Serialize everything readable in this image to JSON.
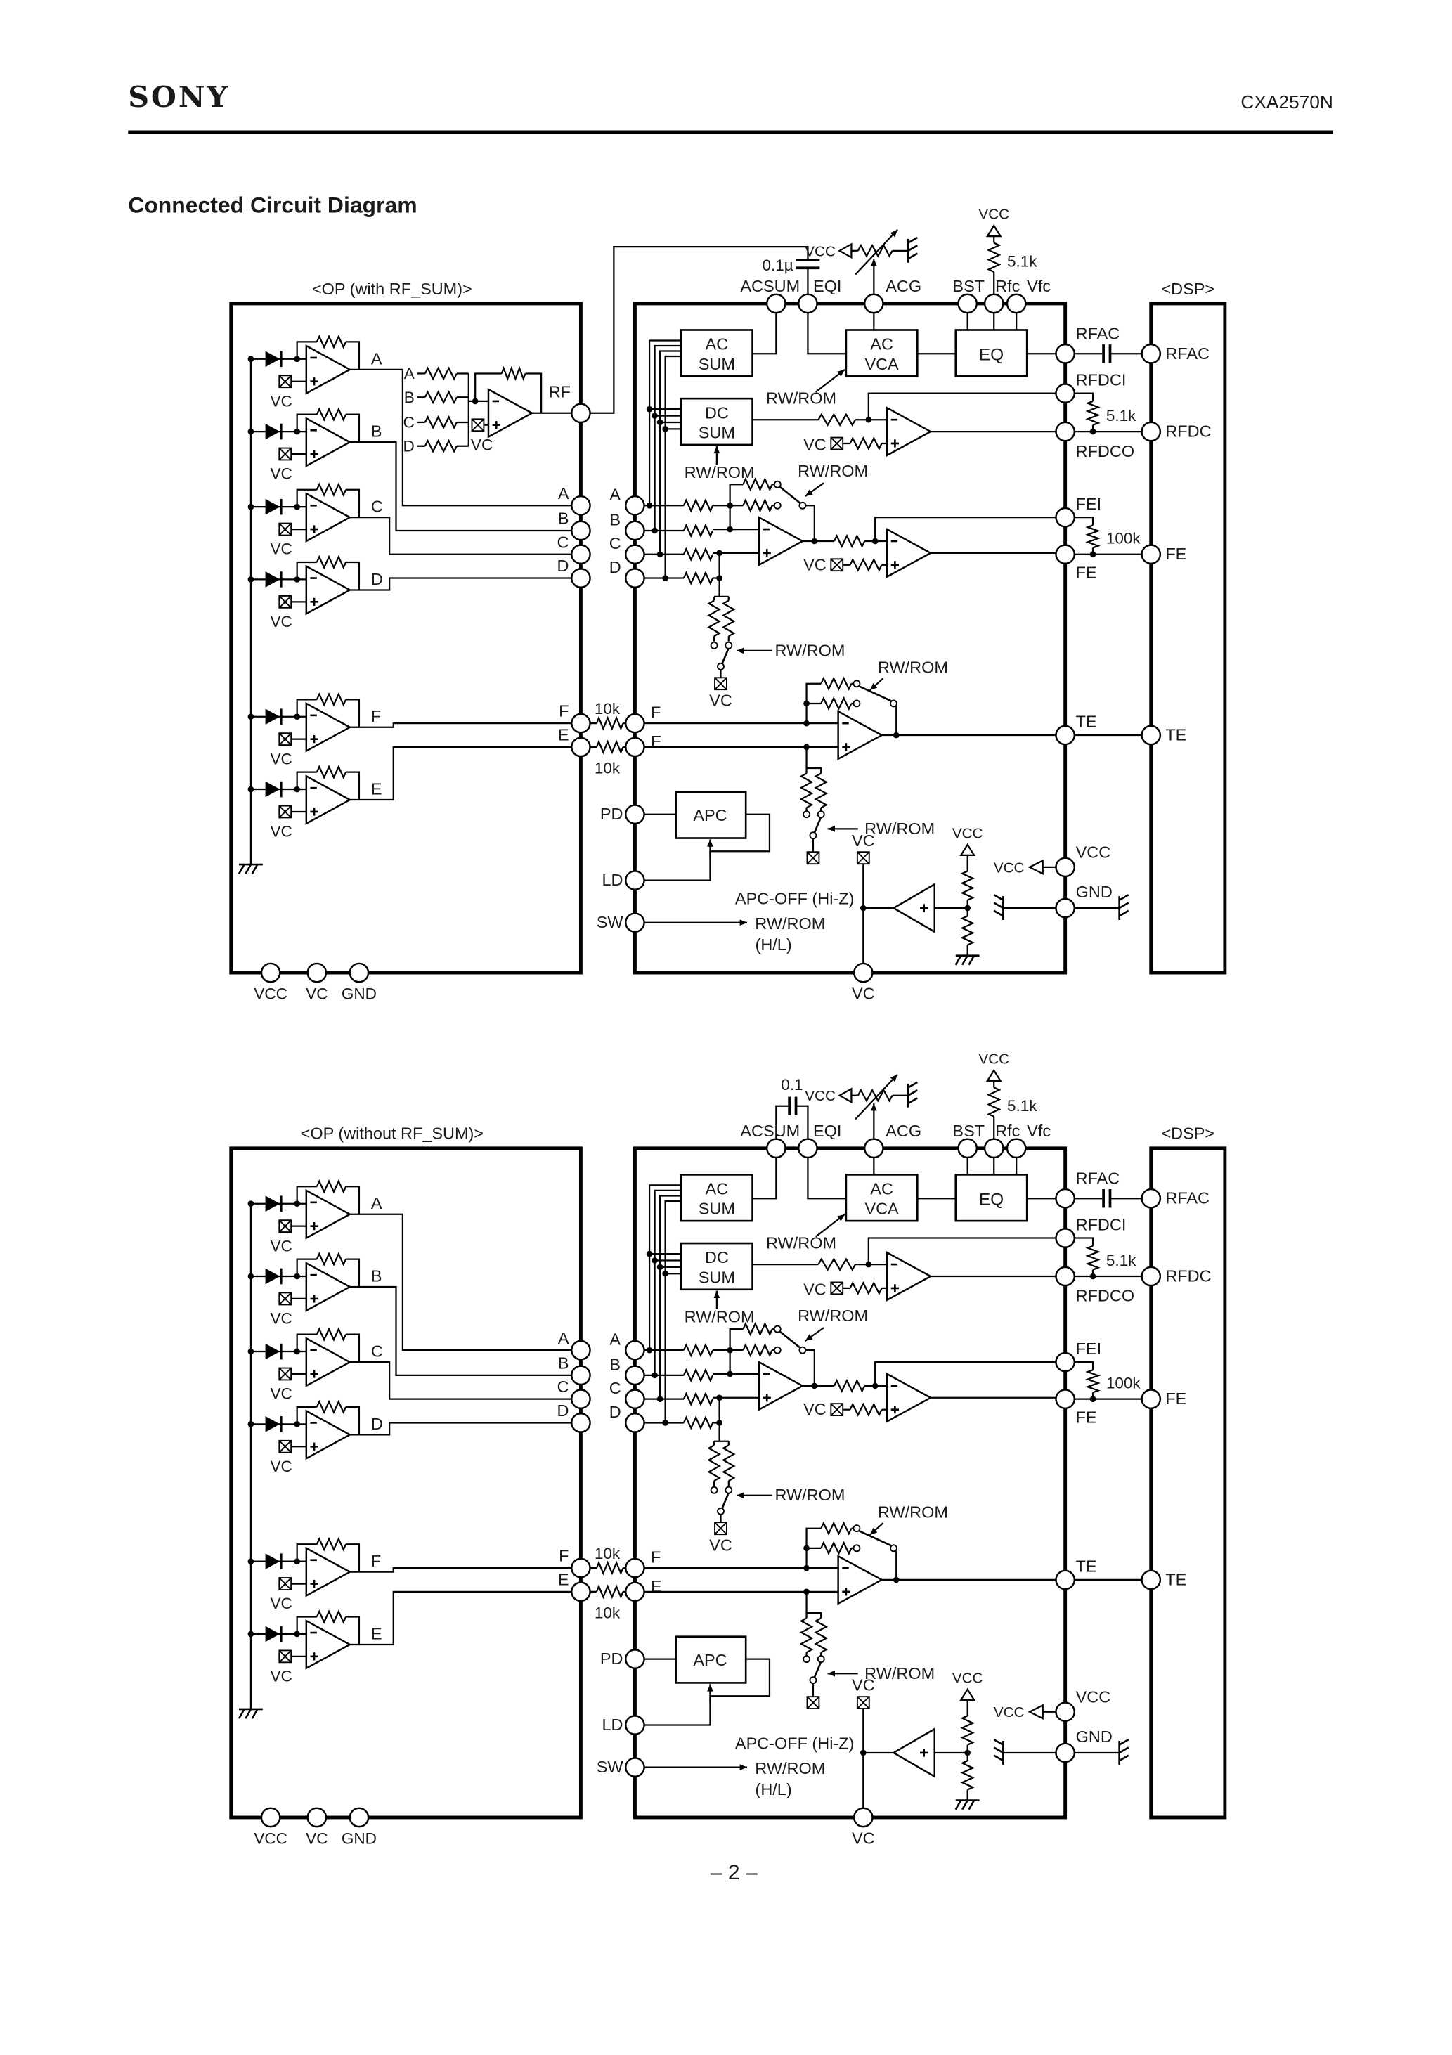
{
  "header": {
    "logo": "SONY",
    "part_number": "CXA2570N"
  },
  "title": "Connected Circuit Diagram",
  "diagrams": [
    {
      "op_label": "<OP (with RF_SUM)>",
      "dsp_label": "<DSP>",
      "coupling_cap": "0.1µ",
      "rf_sum": {
        "inputs": [
          "A",
          "B",
          "C",
          "D"
        ],
        "vc": "VC",
        "output": "RF"
      }
    },
    {
      "op_label": "<OP (without RF_SUM)>",
      "dsp_label": "<DSP>",
      "coupling_cap": "0.1"
    }
  ],
  "common": {
    "op": {
      "amp_outputs": [
        "A",
        "B",
        "C",
        "D",
        "F",
        "E"
      ],
      "amp_vc": "VC",
      "pins": [
        "A",
        "B",
        "C",
        "D",
        "F",
        "E"
      ],
      "bottom_pins": [
        "VCC",
        "VC",
        "GND"
      ]
    },
    "chip": {
      "top_pins": [
        "ACSUM",
        "EQI",
        "ACG",
        "BST",
        "Rfc",
        "Vfc"
      ],
      "vcc": "VCC",
      "rfc_resistor": "5.1k",
      "blocks": {
        "ac_sum": [
          "AC",
          "SUM"
        ],
        "dc_sum": [
          "DC",
          "SUM"
        ],
        "ac_vca": [
          "AC",
          "VCA"
        ],
        "eq": "EQ",
        "apc": "APC"
      },
      "left_pins": [
        "A",
        "B",
        "C",
        "D",
        "F",
        "E",
        "PD",
        "LD",
        "SW"
      ],
      "right_pins": [
        "RFAC",
        "RFDCI",
        "RFDCO",
        "FEI",
        "FE",
        "TE",
        "VCC",
        "GND"
      ],
      "bottom_pin": "VC",
      "switch_label": "RW/ROM",
      "vc": "VC",
      "sw_note": "(H/L)",
      "apc_off": "APC-OFF (Hi-Z)",
      "te_resistors": [
        "10k",
        "10k"
      ],
      "rfdc_resistor": "5.1k",
      "fe_resistor": "100k"
    },
    "dsp": {
      "pins": [
        "RFAC",
        "RFDC",
        "FE",
        "TE"
      ]
    }
  },
  "footer": {
    "page": "– 2 –"
  }
}
